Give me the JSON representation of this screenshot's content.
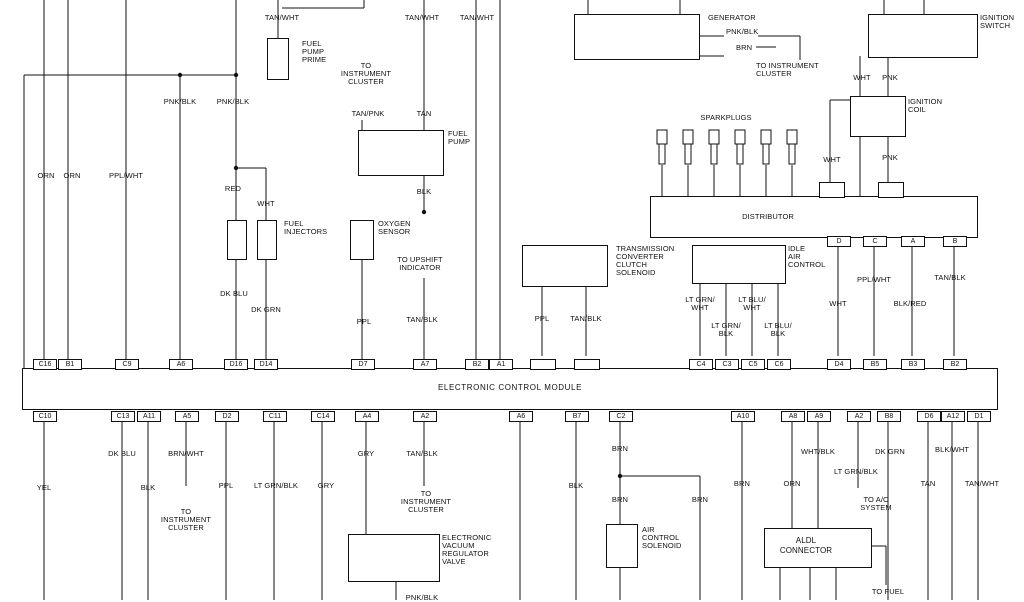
{
  "ecm": {
    "title": "ELECTRONIC CONTROL MODULE"
  },
  "components": {
    "generator": "GENERATOR",
    "ignition_switch": "IGNITION\nSWITCH",
    "fuel_pump_prime": "FUEL\nPUMP\nPRIME",
    "to_instrument_cluster_top": "TO\nINSTRUMENT\nCLUSTER",
    "fuel_pump": "FUEL\nPUMP",
    "to_instrument_cluster_gen": "TO INSTRUMENT\nCLUSTER",
    "ignition_coil": "IGNITION\nCOIL",
    "sparkplugs": "SPARKPLUGS",
    "distributor": "DISTRIBUTOR",
    "fuel_injectors": "FUEL\nINJECTORS",
    "oxygen_sensor": "OXYGEN\nSENSOR",
    "to_upshift_indicator": "TO UPSHIFT\nINDICATOR",
    "tcc_solenoid": "TRANSMISSION\nCONVERTER\nCLUTCH\nSOLENOID",
    "idle_air_control": "IDLE\nAIR\nCONTROL",
    "to_instrument_cluster_bl": "TO\nINSTRUMENT\nCLUSTER",
    "to_instrument_cluster_bm": "TO\nINSTRUMENT\nCLUSTER",
    "evrv": "ELECTRONIC\nVACUUM\nREGULATOR\nVALVE",
    "air_control_solenoid": "AIR\nCONTROL\nSOLENOID",
    "aldl_connector": "ALDL\nCONNECTOR",
    "to_ac_system": "TO A/C\nSYSTEM",
    "to_fuel": "TO FUEL"
  },
  "top_pins": [
    "C16",
    "B1",
    "C9",
    "A6",
    "D16",
    "D14",
    "D7",
    "A7",
    "B2",
    "A1",
    "C4",
    "C3",
    "C5",
    "C6",
    "D4",
    "B5",
    "B3",
    "B2"
  ],
  "bottom_pins": [
    "C10",
    "C13",
    "A11",
    "A5",
    "D2",
    "C11",
    "C14",
    "A4",
    "A2",
    "A6",
    "B7",
    "C2",
    "A10",
    "A8",
    "A9",
    "A2",
    "B8",
    "D6",
    "A12",
    "D1"
  ],
  "distributor_pins": [
    "D",
    "C",
    "A",
    "B"
  ],
  "wire_labels": {
    "tan_wht_1": "TAN/WHT",
    "tan_wht_2": "TAN/WHT",
    "tan_wht_3": "TAN/WHT",
    "pnk_blk_gen": "PNK/BLK",
    "brn_gen": "BRN",
    "wht_coil_top": "WHT",
    "pnk_coil_top": "PNK",
    "wht_dist": "WHT",
    "pnk_dist": "PNK",
    "pnk_blk_a6": "PNK/BLK",
    "pnk_blk_d16": "PNK/BLK",
    "orn_1": "ORN",
    "orn_2": "ORN",
    "ppl_wht": "PPL/WHT",
    "red": "RED",
    "wht_inj": "WHT",
    "dk_blu_top": "DK BLU",
    "dk_grn_top": "DK GRN",
    "tan_pnk": "TAN/PNK",
    "tan": "TAN",
    "blk_pump": "BLK",
    "ppl_o2": "PPL",
    "tan_blk_a7": "TAN/BLK",
    "ppl_tcc": "PPL",
    "tan_blk_tcc": "TAN/BLK",
    "lt_grn_wht": "LT GRN/\nWHT",
    "lt_grn_blk": "LT GRN/\nBLK",
    "lt_blu_wht": "LT BLU/\nWHT",
    "lt_blu_blk": "LT BLU/\nBLK",
    "wht_d4": "WHT",
    "ppl_wht_b5": "PPL/WHT",
    "blk_red": "BLK/RED",
    "tan_blk_b2": "TAN/BLK",
    "yel": "YEL",
    "dk_blu_bot": "DK BLU",
    "blk_a11": "BLK",
    "brn_wht": "BRN/WHT",
    "ppl_d2": "PPL",
    "lt_grn_blk_c11": "LT GRN/BLK",
    "gry_c14": "GRY",
    "gry_a4": "GRY",
    "tan_blk_a2": "TAN/BLK",
    "blk_b7": "BLK",
    "brn_c2": "BRN",
    "brn_c2_lower": "BRN",
    "brn_right": "BRN",
    "brn_a10": "BRN",
    "orn_a8": "ORN",
    "wht_blk_a9": "WHT/BLK",
    "lt_grn_blk_a2": "LT GRN/BLK",
    "dk_grn_b8": "DK GRN",
    "blk_wht_a12": "BLK/WHT",
    "tan_d6": "TAN",
    "tan_wht_d1": "TAN/WHT",
    "pnk_blk_evrv": "PNK/BLK"
  }
}
